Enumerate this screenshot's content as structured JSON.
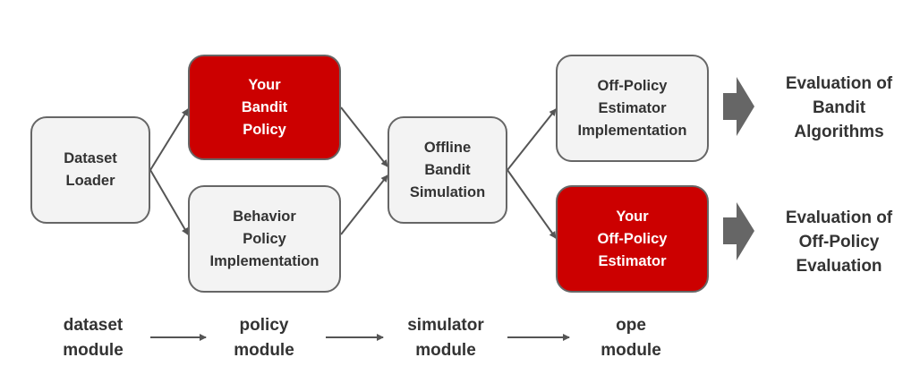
{
  "colors": {
    "accent_red": "#cc0000",
    "box_fill": "#f3f3f3",
    "box_border": "#666666",
    "text": "#333333",
    "arrow": "#555555"
  },
  "boxes": {
    "dataset_loader": "Dataset\nLoader",
    "your_bandit_policy": "Your\nBandit\nPolicy",
    "behavior_policy": "Behavior\nPolicy\nImplementation",
    "offline_simulation": "Offline\nBandit\nSimulation",
    "ope_estimator_impl": "Off-Policy\nEstimator\nImplementation",
    "your_ope_estimator": "Your\nOff-Policy\nEstimator"
  },
  "results": {
    "bandit_eval": "Evaluation of\nBandit\nAlgorithms",
    "ope_eval": "Evaluation of\nOff-Policy\nEvaluation"
  },
  "modules": {
    "dataset": "dataset\nmodule",
    "policy": "policy\nmodule",
    "simulator": "simulator\nmodule",
    "ope": "ope\nmodule"
  }
}
